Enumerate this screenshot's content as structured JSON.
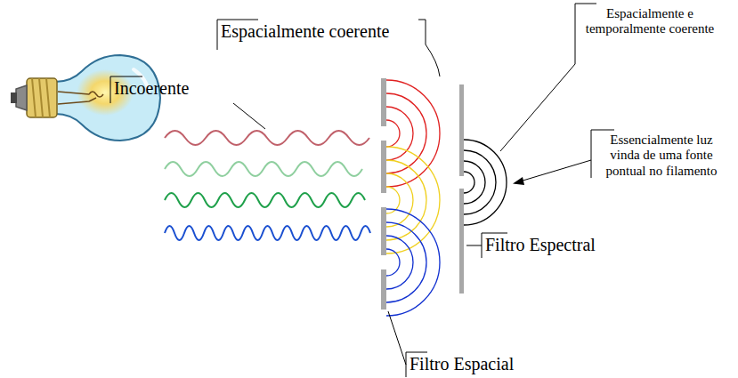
{
  "diagram": {
    "labels": [
      "Incoerente",
      "Espacialmente coerente",
      "Espacialmente e temporalmente coerente",
      "Essencialmente luz vinda de uma fonte pontual no filamento",
      "Filtro Espectral",
      "Filtro Espacial"
    ]
  }
}
